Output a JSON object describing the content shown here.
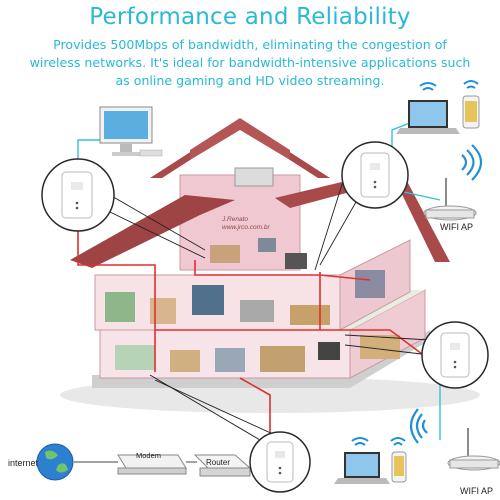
{
  "header": {
    "title": "Performance and Reliability",
    "line1": "Provides 500Mbps of bandwidth, eliminating the congestion of",
    "line2": "wireless networks. It's ideal for bandwidth-intensive applications such",
    "line3": "as online gaming and HD video streaming."
  },
  "devices": {
    "internet_label": "internet",
    "modem_label": "Modem",
    "router_label": "Router",
    "wifi_ap_top": "WIFI AP",
    "wifi_ap_bottom": "WIFI AP"
  },
  "watermark": {
    "line1": "J.Renato",
    "line2": "www.jrco.com.br"
  },
  "colors": {
    "title": "#29b9d6",
    "callout_border": "#2a2a2a",
    "wire": "#e03030",
    "roof": "#a84a4a",
    "wall": "#f4d4dc"
  }
}
